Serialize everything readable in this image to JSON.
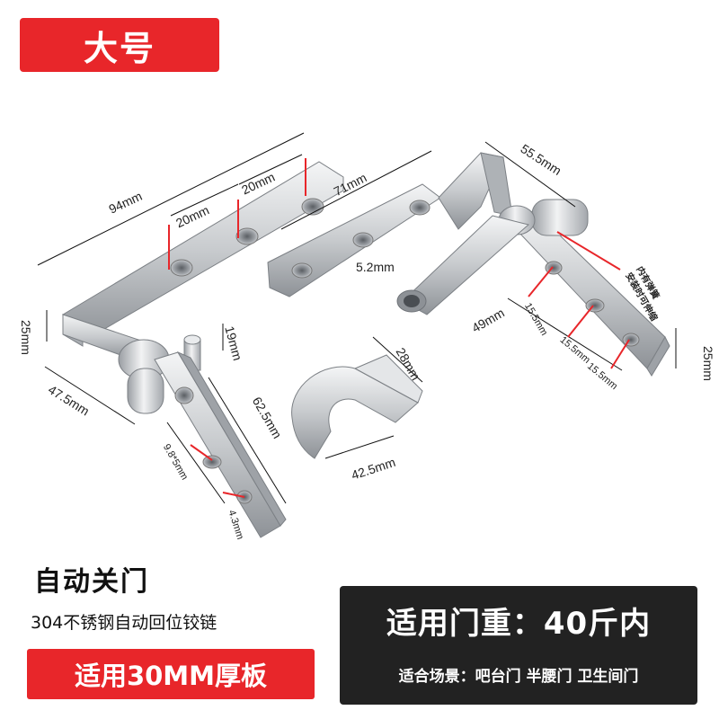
{
  "size_badge": "大号",
  "dimensions": {
    "d94": "94mm",
    "d20a": "20mm",
    "d20b": "20mm",
    "d71": "71mm",
    "d55": "55.5mm",
    "d52": "5.2mm",
    "d25l": "25mm",
    "d475": "47.5mm",
    "d19": "19mm",
    "d625": "62.5mm",
    "d985": "9.8*5mm",
    "d43": "4.3mm",
    "d28": "28mm",
    "d425": "42.5mm",
    "d49": "49mm",
    "d155a": "15.5mm",
    "d155b": "15.5mm",
    "d155c": "15.5mm",
    "d25r": "25mm",
    "spring_note_line1": "内有弹簧",
    "spring_note_line2": "安装时可伸缩"
  },
  "product": {
    "title": "自动关门",
    "subtitle": "304不锈钢自动回位铰链",
    "thickness": "适用30MM厚板"
  },
  "spec": {
    "weight": "适用门重：40斤内",
    "scenes": "适合场景：吧台门 半腰门 卫生间门"
  },
  "colors": {
    "accent_red": "#e8262a",
    "dark_box": "#222222",
    "metal": "#c9ccd0"
  }
}
